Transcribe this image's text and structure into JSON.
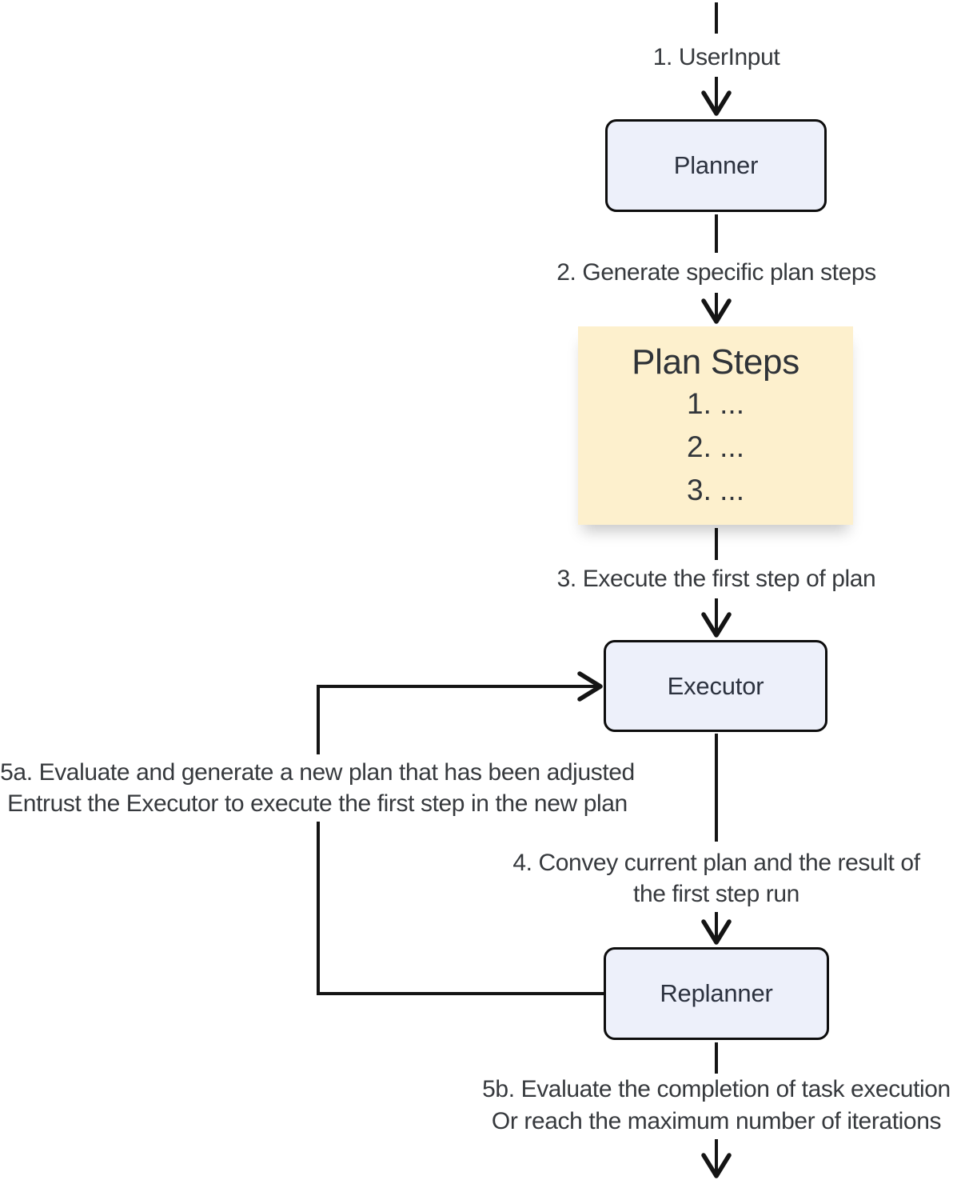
{
  "diagram": {
    "nodes": {
      "planner": {
        "label": "Planner"
      },
      "executor": {
        "label": "Executor"
      },
      "replanner": {
        "label": "Replanner"
      },
      "plan_steps": {
        "title": "Plan Steps",
        "items": [
          "1. ...",
          "2. ...",
          "3. ..."
        ]
      }
    },
    "edges": {
      "user_input": "1. UserInput",
      "generate": "2. Generate specific plan steps",
      "execute_first": "3. Execute the first step of plan",
      "convey_line1": "4. Convey current plan and the result of",
      "convey_line2": "the first step run",
      "loop_line1": "5a. Evaluate and generate a new plan that has been adjusted",
      "loop_line2": "Entrust the Executor to execute the first step in the new plan",
      "finish_line1": "5b. Evaluate the completion of task execution",
      "finish_line2": "Or reach the maximum number of iterations"
    },
    "colors": {
      "node_fill": "#edf0fa",
      "node_border": "#0d0d0d",
      "plan_fill": "#fdf0cd",
      "text": "#34383d",
      "line": "#141414"
    }
  }
}
